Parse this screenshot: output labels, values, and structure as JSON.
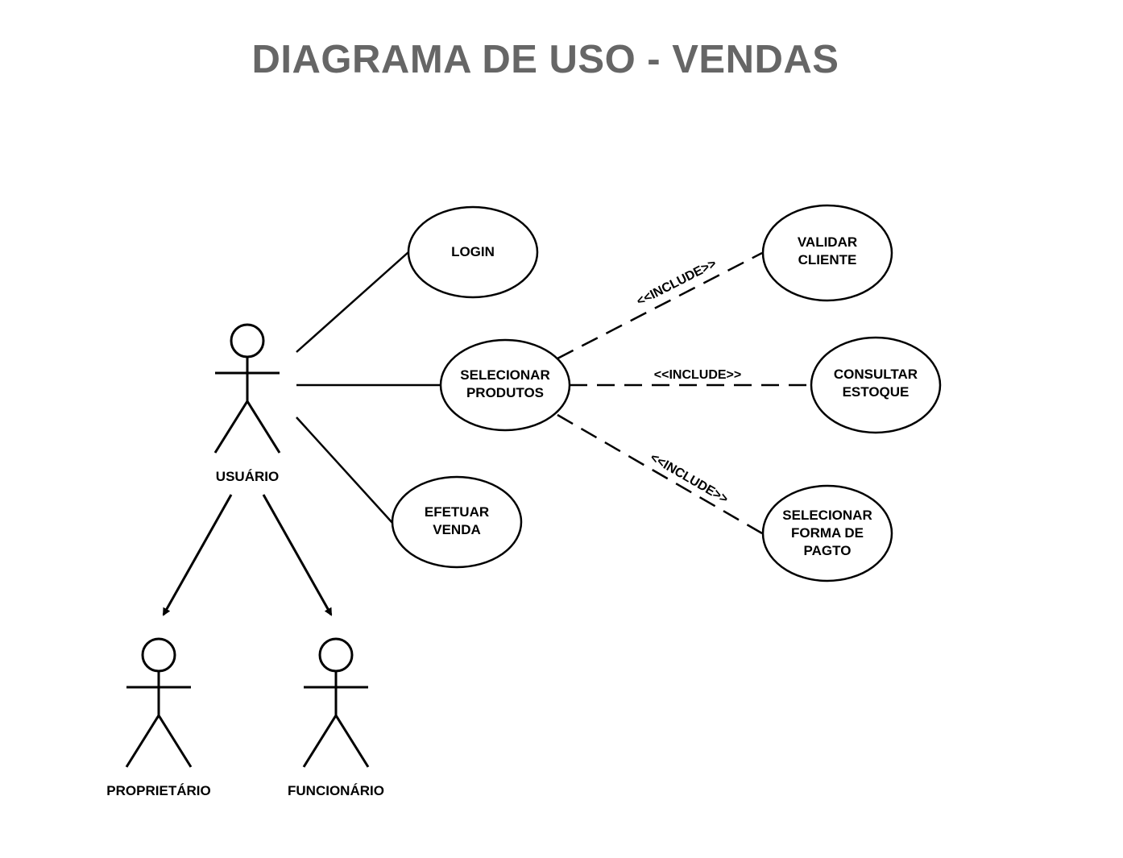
{
  "title": "DIAGRAMA DE USO - VENDAS",
  "actors": {
    "usuario": "USUÁRIO",
    "proprietario": "PROPRIETÁRIO",
    "funcionario": "FUNCIONÁRIO"
  },
  "use_cases": {
    "login": [
      "LOGIN"
    ],
    "selecionar_produtos": [
      "SELECIONAR",
      "PRODUTOS"
    ],
    "efetuar_venda": [
      "EFETUAR",
      "VENDA"
    ],
    "validar_cliente": [
      "VALIDAR",
      "CLIENTE"
    ],
    "consultar_estoque": [
      "CONSULTAR",
      "ESTOQUE"
    ],
    "selecionar_forma_pagto": [
      "SELECIONAR",
      "FORMA DE",
      "PAGTO"
    ]
  },
  "relations": {
    "include_validar": "<<INCLUDE>>",
    "include_consultar": "<<INCLUDE>>",
    "include_pagto": "<<INCLUDE>>"
  }
}
